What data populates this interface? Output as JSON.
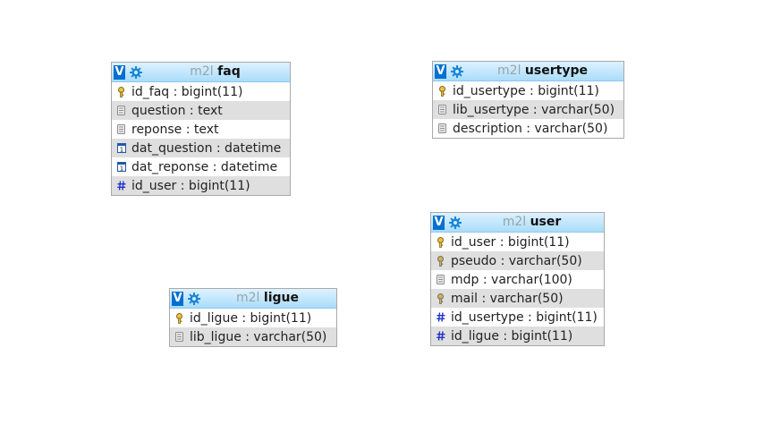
{
  "header": {
    "toggle_label": "V"
  },
  "tables": [
    {
      "db": "m2l",
      "name": "faq",
      "columns": [
        {
          "text": "id_faq : bigint(11)",
          "icon": "key-icon"
        },
        {
          "text": "question : text",
          "icon": "field-icon"
        },
        {
          "text": "reponse : text",
          "icon": "field-icon"
        },
        {
          "text": "dat_question : datetime",
          "icon": "date-icon"
        },
        {
          "text": "dat_reponse : datetime",
          "icon": "date-icon"
        },
        {
          "text": "id_user : bigint(11)",
          "icon": "hash-icon"
        }
      ]
    },
    {
      "db": "m2l",
      "name": "usertype",
      "columns": [
        {
          "text": "id_usertype : bigint(11)",
          "icon": "key-icon"
        },
        {
          "text": "lib_usertype : varchar(50)",
          "icon": "field-icon"
        },
        {
          "text": "description : varchar(50)",
          "icon": "field-icon"
        }
      ]
    },
    {
      "db": "m2l",
      "name": "user",
      "columns": [
        {
          "text": "id_user : bigint(11)",
          "icon": "key-icon"
        },
        {
          "text": "pseudo : varchar(50)",
          "icon": "unique-key-icon"
        },
        {
          "text": "mdp : varchar(100)",
          "icon": "field-icon"
        },
        {
          "text": "mail : varchar(50)",
          "icon": "unique-key-icon"
        },
        {
          "text": "id_usertype : bigint(11)",
          "icon": "hash-icon"
        },
        {
          "text": "id_ligue : bigint(11)",
          "icon": "hash-icon"
        }
      ]
    },
    {
      "db": "m2l",
      "name": "ligue",
      "columns": [
        {
          "text": "id_ligue : bigint(11)",
          "icon": "key-icon"
        },
        {
          "text": "lib_ligue : varchar(50)",
          "icon": "field-icon"
        }
      ]
    }
  ],
  "colors": {
    "header_gradient_top": "#def2ff",
    "header_gradient_bottom": "#a9dcfa",
    "toggle_blue": "#0070d0",
    "row_alt_gray": "#dfdfdf",
    "border_gray": "#a9a9a9"
  }
}
